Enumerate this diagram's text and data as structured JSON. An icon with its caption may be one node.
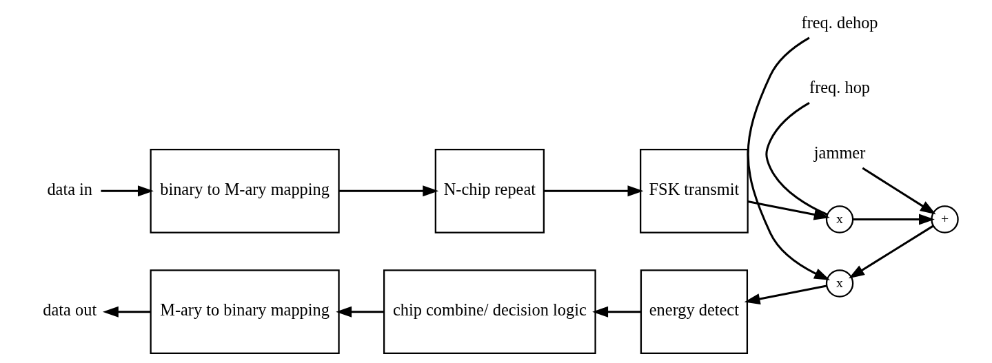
{
  "diagram": {
    "nodes": [
      {
        "text": [
          "data in"
        ]
      },
      {
        "text": [
          "binary to M-ary mapping"
        ]
      },
      {
        "text": [
          "N-chip repeat"
        ]
      },
      {
        "text": [
          "FSK transmit"
        ]
      },
      {
        "text": [
          "x"
        ]
      },
      {
        "text": [
          "freq. hop"
        ]
      },
      {
        "text": [
          "+"
        ]
      },
      {
        "text": [
          "jammer"
        ]
      },
      {
        "text": [
          "x"
        ]
      },
      {
        "text": [
          "freq. dehop"
        ]
      },
      {
        "text": [
          "energy detect"
        ]
      },
      {
        "text": [
          "chip combine/ decision logic"
        ]
      },
      {
        "text": [
          "M-ary to binary mapping"
        ]
      },
      {
        "text": [
          "data out"
        ]
      }
    ],
    "edges": [
      {
        "from": 0,
        "to": 1,
        "arrow": "to"
      },
      {
        "from": 1,
        "to": 2,
        "arrow": "to"
      },
      {
        "from": 2,
        "to": 3,
        "arrow": "to"
      },
      {
        "from": 3,
        "to": 4,
        "arrow": "to"
      },
      {
        "from": 5,
        "to": 4,
        "arrow": "none"
      },
      {
        "from": 4,
        "to": 6,
        "arrow": "to"
      },
      {
        "from": 7,
        "to": 6,
        "arrow": "to"
      },
      {
        "from": 6,
        "to": 8,
        "arrow": "to"
      },
      {
        "from": 9,
        "to": 8,
        "arrow": "to"
      },
      {
        "from": 8,
        "to": 10,
        "arrow": "to"
      },
      {
        "from": 10,
        "to": 11,
        "arrow": "to"
      },
      {
        "from": 11,
        "to": 12,
        "arrow": "to"
      },
      {
        "from": 12,
        "to": 13,
        "arrow": "to"
      }
    ]
  }
}
